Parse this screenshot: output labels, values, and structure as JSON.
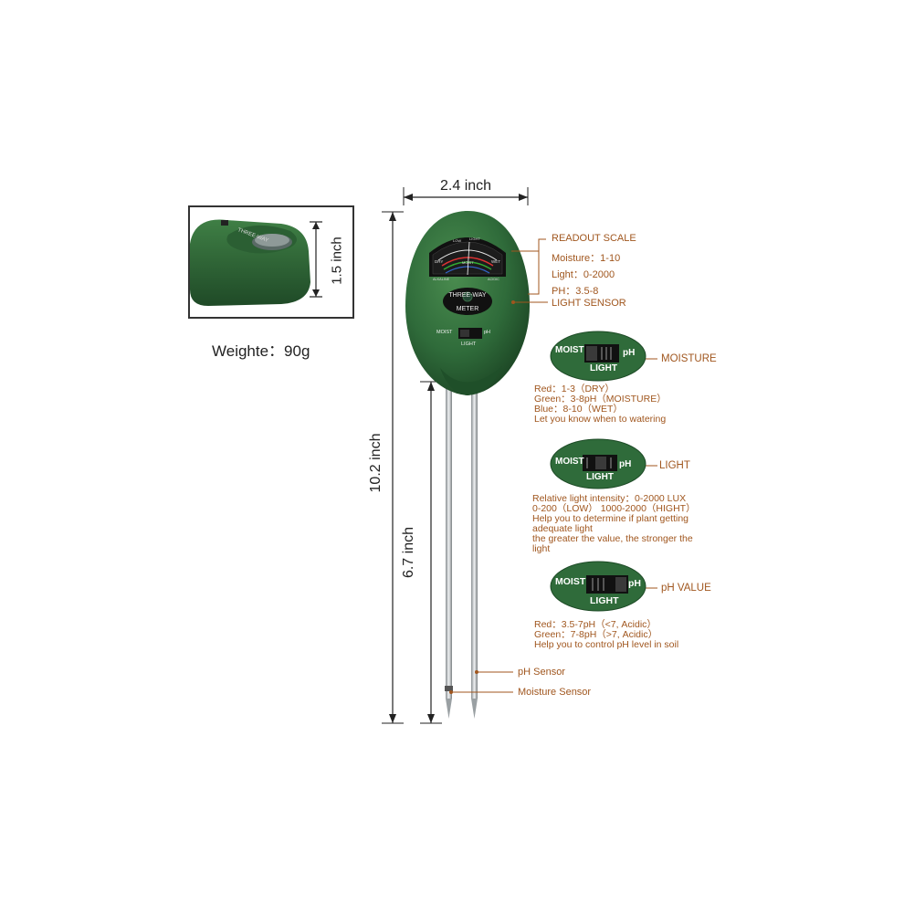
{
  "dimensions": {
    "width_label": "2.4 inch",
    "height_label": "10.2 inch",
    "probe_label": "6.7 inch",
    "thickness_label": "1.5 inch"
  },
  "weight_text": "Weighte：90g",
  "device": {
    "brand_top": "THREE-WAY",
    "brand_bottom": "METER",
    "switch_left": "MOIST",
    "switch_right": "pH",
    "switch_bottom": "LIGHT",
    "dial_left": "DRY",
    "dial_right": "WET",
    "dial_bottom_left": "ALKALINE",
    "dial_bottom_right": "ACIDIC",
    "dial_top_left": "LIGHT",
    "dial_top_mid": "MOIST",
    "dial_low": "LOW"
  },
  "readout": {
    "title": "READOUT SCALE",
    "moisture": "Moisture：1-10",
    "light": "Light：0-2000",
    "ph": "PH：3.5-8",
    "sensor": "LIGHT SENSOR"
  },
  "modes": [
    {
      "label": "MOISTURE",
      "lines": [
        "Red：1-3（DRY）",
        "Green：3-8pH（MOISTURE）",
        "Blue：8-10（WET）",
        "Let you know when to watering"
      ]
    },
    {
      "label": "LIGHT",
      "lines": [
        "Relative light intensity：0-2000 LUX",
        "0-200（LOW）  1000-2000（HIGHT）",
        "Help you to determine if plant getting",
        "adequate light",
        "the greater the value,  the stronger the",
        "light"
      ]
    },
    {
      "label": "pH VALUE",
      "lines": [
        "Red：3.5-7pH（<7,  Acidic）",
        "Green：7-8pH（>7,  Acidic）",
        "Help you to control pH level in soil"
      ]
    }
  ],
  "sensors": {
    "ph": "pH Sensor",
    "moisture": "Moisture Sensor"
  },
  "colors": {
    "device_green": "#2f6b3a",
    "annotation": "#a0561e"
  }
}
